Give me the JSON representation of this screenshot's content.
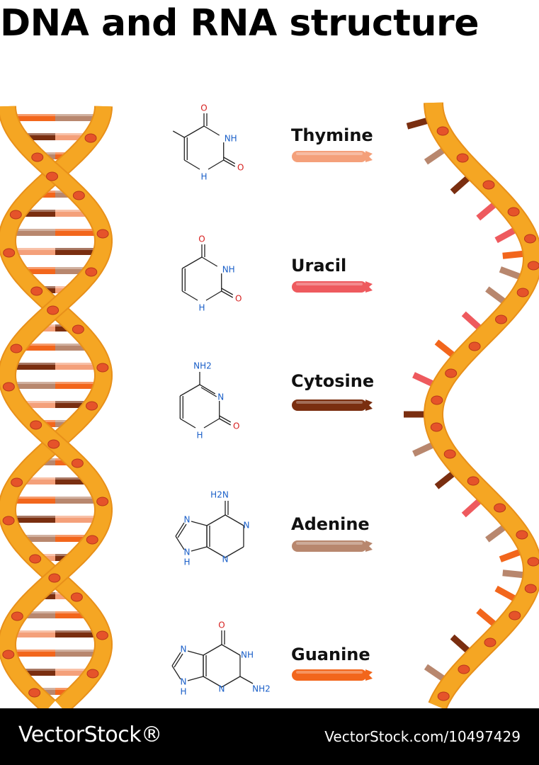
{
  "title": "DNA and RNA structure",
  "bases": [
    {
      "label": "Thymine",
      "color": "#f4a07a"
    },
    {
      "label": "Uracil",
      "color": "#ee5a5e"
    },
    {
      "label": "Cytosine",
      "color": "#7a2e10"
    },
    {
      "label": "Adenine",
      "color": "#b8876e"
    },
    {
      "label": "Guanine",
      "color": "#f2661c"
    }
  ],
  "atoms": {
    "oxygen": "O",
    "nitrogen": "N",
    "nh": "NH",
    "n_h": "H",
    "amino": "NH2",
    "amino_alt": "H2N"
  },
  "colors": {
    "backbone": "#f5a623",
    "backbone_dark": "#e8901a",
    "dot": "#e5532a",
    "dot_edge": "#b8361a",
    "oxygen_atom": "#d6201f",
    "nitrogen_atom": "#1a5fc8"
  },
  "footer": {
    "brand": "VectorStock®",
    "stock_id": "VectorStock.com/10497429"
  }
}
